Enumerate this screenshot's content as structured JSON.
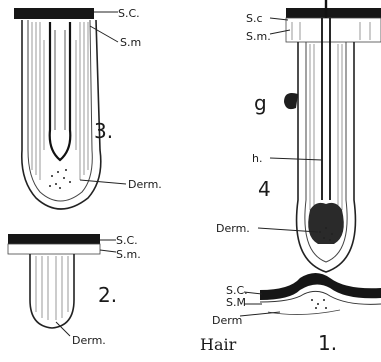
{
  "figures": [
    {
      "number": "3.",
      "labels": {
        "stratum_corneum": "S.C.",
        "stratum_malpighii": "S.m",
        "dermis": "Derm."
      }
    },
    {
      "number": "4",
      "labels": {
        "stratum_corneum": "S.c",
        "stratum_malpighii": "S.m.",
        "gland": "g",
        "hair": "h.",
        "dermis": "Derm."
      }
    },
    {
      "number": "2.",
      "labels": {
        "stratum_corneum": "S.C.",
        "stratum_malpighii": "S.m.",
        "dermis": "Derm."
      }
    },
    {
      "number": "1.",
      "labels": {
        "stratum_corneum": "S.C.",
        "stratum_malpighii": "S.M",
        "dermis": "Derm"
      }
    }
  ],
  "caption": "Hair"
}
